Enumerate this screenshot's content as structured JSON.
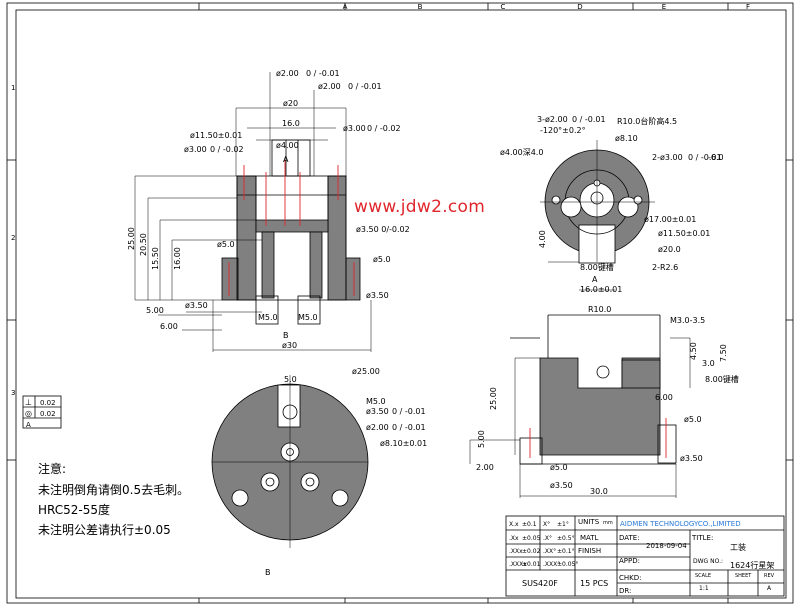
{
  "frame": {
    "cols": [
      "A",
      "B",
      "C",
      "D",
      "E",
      "F"
    ],
    "rows": [
      "1",
      "2",
      "3"
    ]
  },
  "watermark": "www.jdw2.com",
  "notes": {
    "title": "注意:",
    "lines": [
      "未注明倒角请倒0.5去毛刺。",
      "HRC52-55度",
      "未注明公差请执行±0.05"
    ]
  },
  "gdt_frame": {
    "rows": [
      {
        "symbol": "⊥",
        "value": "0.02"
      },
      {
        "symbol": "◎",
        "value": "0.02"
      },
      {
        "symbol": "",
        "value": "A"
      }
    ]
  },
  "front_view": {
    "label": "B",
    "datum": "A",
    "dims": {
      "d2_top": "ø2.00",
      "d2_tol": "0 / -0.01",
      "d2b": "ø2.00",
      "d2b_tol": "0 / -0.01",
      "d20": "ø20",
      "d16": "16.0",
      "d115": "ø11.50±0.01",
      "d3_left": "ø3.00",
      "d3_left_tol": "0 / -0.02",
      "d3_right": "ø3.00",
      "d3_right_tol": "0 / -0.02",
      "d4": "ø4.00",
      "h25": "25.00",
      "h20": "20.50",
      "h155": "15.50",
      "h160": "16.00",
      "d50": "ø5.0",
      "d50r": "ø5.0",
      "d35l": "ø3.50",
      "d35r": "ø3.50",
      "d35tol": "ø3.50 0/-0.02",
      "m5a": "M5.0",
      "m5b": "M5.0",
      "w500": "5.00",
      "w600": "6.00",
      "d30": "ø30"
    }
  },
  "bottom_view": {
    "label": "B",
    "dims": {
      "d25": "ø25.00",
      "m5": "M5.0",
      "d35": "ø3.50",
      "d35_tol": "0 / -0.01",
      "d2": "ø2.00",
      "d2_tol": "0 / -0.01",
      "d810": "ø8.10±0.01",
      "h50": "5.0"
    }
  },
  "top_right_view": {
    "label": "A",
    "dims": {
      "holes": "3-ø2.00",
      "holes_tol": "0 / -0.01",
      "angle": "-120°±0.2°",
      "r10": "R10.0台阶高4.5",
      "d810": "ø8.10",
      "deep": "ø4.00深4.0",
      "d3_60": "2-ø3.00",
      "d3_60_tol": "0 / -0.01",
      "depth6": "-6.0",
      "d170": "ø17.00±0.01",
      "d115": "ø11.50±0.01",
      "d200": "ø20.0",
      "r26": "2-R2.6",
      "h400": "4.00",
      "slot": "8.00键槽",
      "w16": "16.0±0.01"
    }
  },
  "right_view": {
    "dims": {
      "r10": "R10.0",
      "m3": "M3.0-3.5",
      "h450": "4.50",
      "h750": "7.50",
      "d30": "3.0",
      "slot": "8.00键槽",
      "h25": "25.00",
      "w600": "6.00",
      "d50": "ø5.0",
      "h500": "5.00",
      "h200": "2.00",
      "d50b": "ø5.0",
      "d350": "ø3.50",
      "d350b": "ø3.50",
      "w30": "30.0"
    }
  },
  "title_block": {
    "tol_rows": [
      {
        "a": "X.x",
        "b": "±0.1",
        "c": "X°",
        "d": "±1°"
      },
      {
        "a": ".Xx",
        "b": "±0.05",
        "c": ".X°",
        "d": "±0.5°"
      },
      {
        "a": ".XXx",
        "b": "±0.02",
        "c": ".XX°",
        "d": "±0.1°"
      },
      {
        "a": ".XXXx",
        "b": "±0.01",
        "c": ".XXX°",
        "d": "±0.05°"
      }
    ],
    "material": "SUS420F",
    "units_label": "UNITS",
    "units_value": "mm",
    "matl_label": "MATL",
    "finish_label": "FINISH",
    "qty": "15 PCS",
    "company": "AIDMEN TECHNOLOGYCO.,LIMITED",
    "date_label": "DATE:",
    "date_value": "2018-09-04",
    "title_label": "TITLE:",
    "title_value": "工装",
    "appd_label": "APPD:",
    "chkd_label": "CHKD:",
    "dr_label": "DR:",
    "dwg_label": "DWG NO.:",
    "dwg_value": "1624行星架",
    "scale_label": "SCALE",
    "scale_value": "1:1",
    "sheet_label": "SHEET",
    "rev_label": "REV",
    "rev_value": "A"
  },
  "colors": {
    "fill": "#808080",
    "line": "#000000",
    "center": "#e0262b",
    "company": "#2a7ad6",
    "watermark": "#e0262b"
  }
}
